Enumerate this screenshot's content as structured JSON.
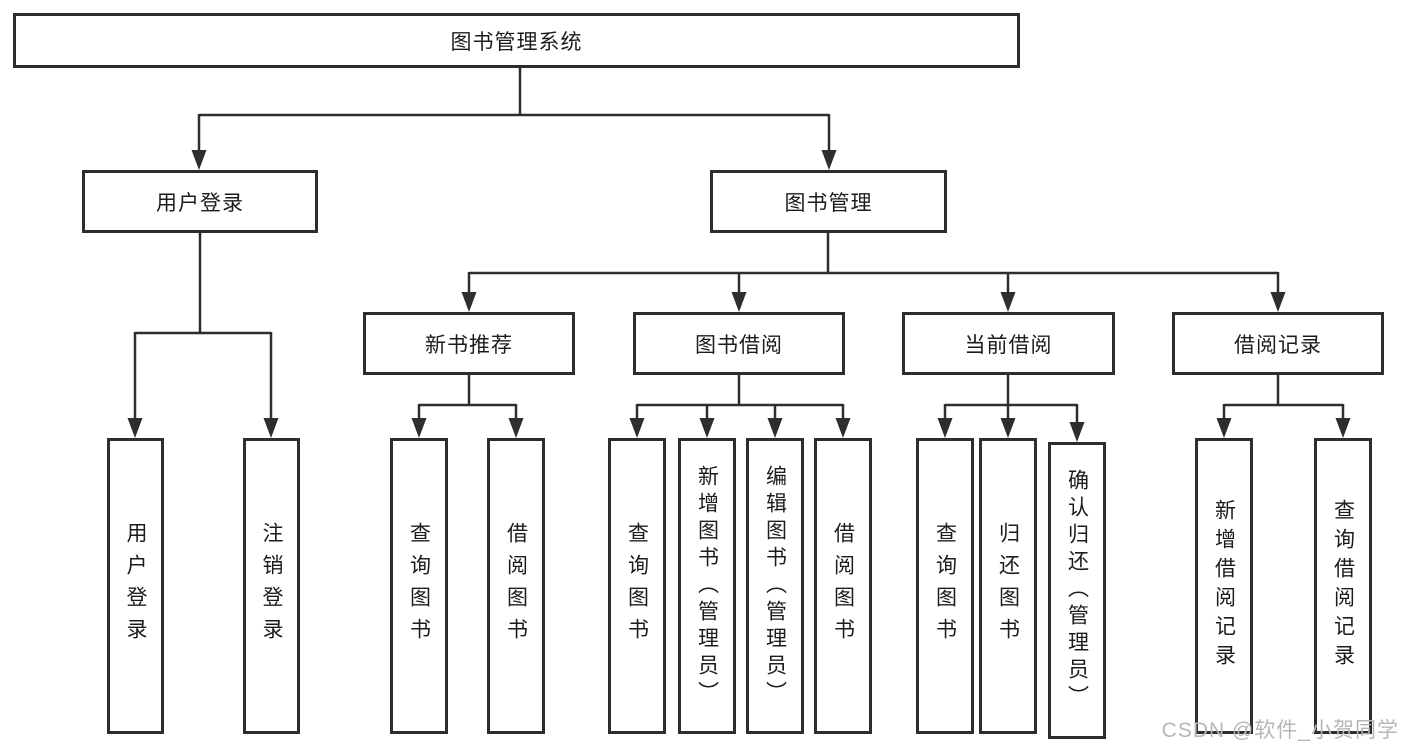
{
  "diagram": {
    "tree": {
      "root": {
        "label": "图书管理系统"
      },
      "branches": [
        {
          "label": "用户登录",
          "children": [
            "用户登录",
            "注销登录"
          ]
        },
        {
          "label": "图书管理",
          "children": [
            {
              "label": "新书推荐",
              "children": [
                "查询图书",
                "借阅图书"
              ]
            },
            {
              "label": "图书借阅",
              "children": [
                "查询图书",
                "新增图书（管理员）",
                "编辑图书（管理员）",
                "借阅图书"
              ]
            },
            {
              "label": "当前借阅",
              "children": [
                "查询图书",
                "归还图书",
                "确认归还（管理员）"
              ]
            },
            {
              "label": "借阅记录",
              "children": [
                "新增借阅记录",
                "查询借阅记录"
              ]
            }
          ]
        }
      ]
    },
    "watermark": {
      "text": "CSDN @软件_小贺同学",
      "color": "#b3b7bb"
    },
    "colors": {
      "box_border": "#2d2d2d",
      "connector": "#2e2e2e",
      "text": "#1c1c1c",
      "background": "#ffffff"
    }
  }
}
